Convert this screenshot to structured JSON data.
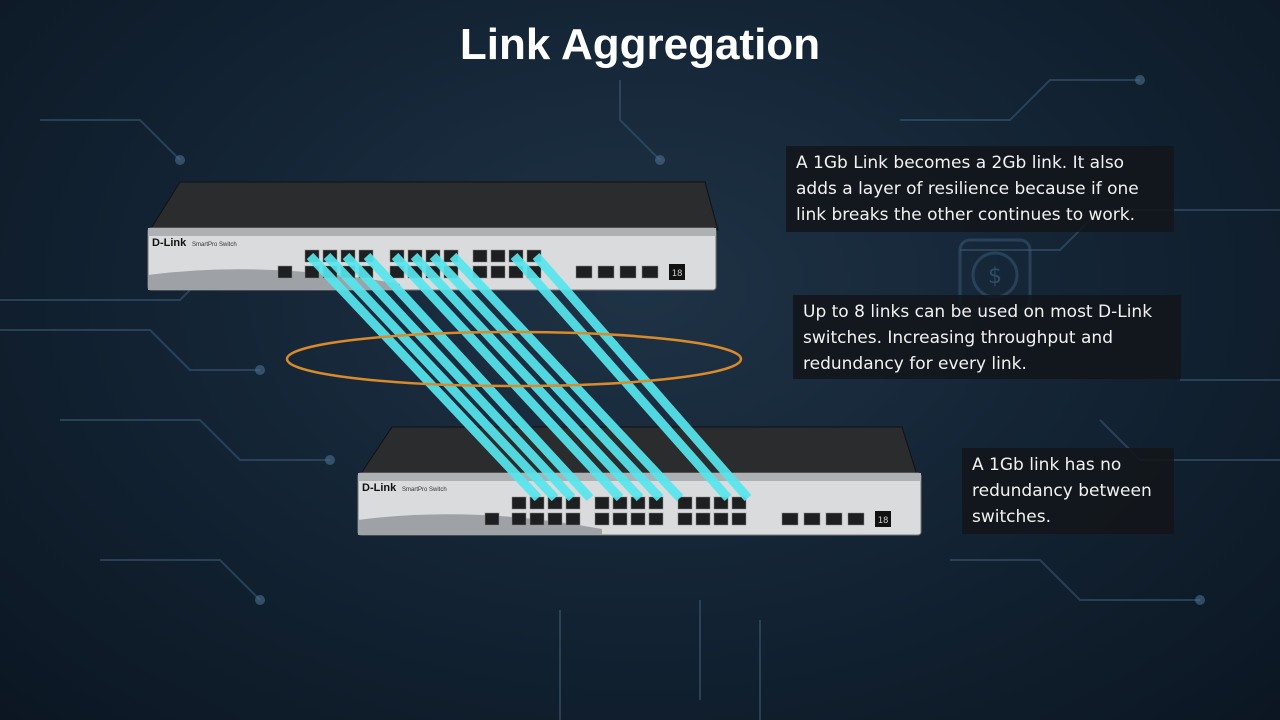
{
  "title": "Link Aggregation",
  "switches": {
    "brand": "D-Link",
    "series": "SmartPro Switch",
    "top_display": "18",
    "bottom_display": "18"
  },
  "callouts": {
    "top": "A 1Gb Link becomes a 2Gb link. It also adds a layer of resilience because if one link breaks the other continues to work.",
    "middle": "Up to 8 links can be used on most D-Link switches. Increasing throughput and redundancy for every link.",
    "bottom": "A 1Gb link has no redundancy between switches."
  },
  "colors": {
    "cable": "#56e6ee",
    "aggregation_ring": "#d98a2a",
    "callout_bg": "#12161a"
  }
}
